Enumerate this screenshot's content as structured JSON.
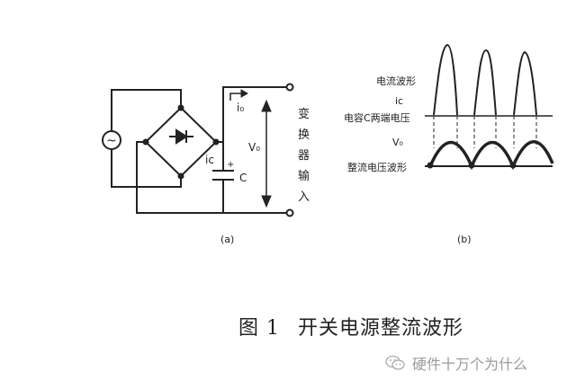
{
  "figure": {
    "caption_number": "图 1",
    "caption_text": "开关电源整流波形",
    "watermark": "硬件十万个为什么"
  },
  "circuit": {
    "label_io": "i₀",
    "label_ic": "ic",
    "label_vo": "V₀",
    "label_c": "C",
    "label_plus": "+",
    "label_ac": "~",
    "converter_input": [
      "变",
      "换",
      "器",
      "输",
      "入"
    ],
    "sub_caption": "(a)"
  },
  "waveform": {
    "label_current": "电流波形",
    "label_ic": "ic",
    "label_cap_voltage": "电容C两端电压",
    "label_vo": "V₀",
    "label_rectified": "整流电压波形",
    "sub_caption": "(b)"
  }
}
